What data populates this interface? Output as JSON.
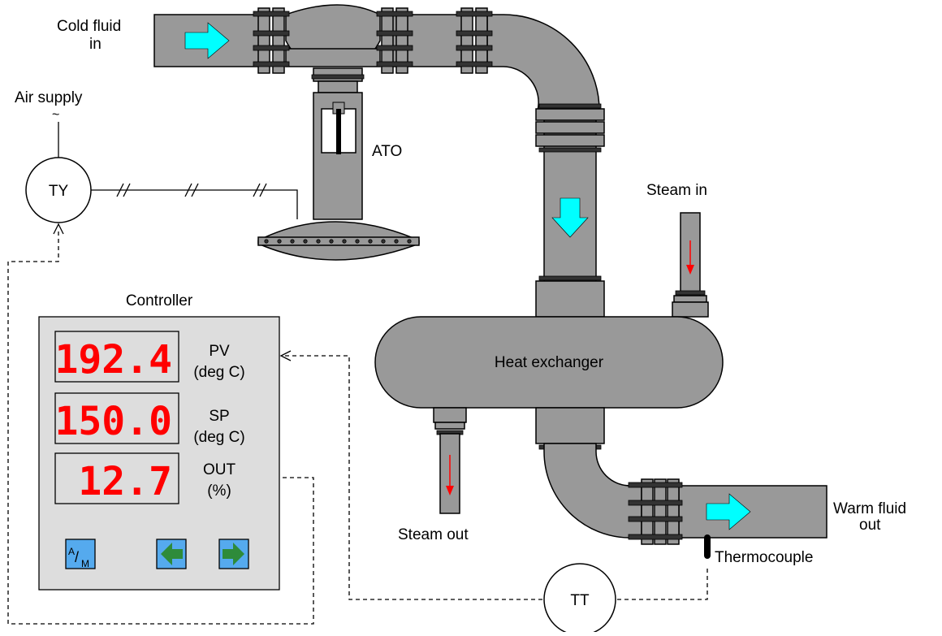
{
  "labels": {
    "cold_in_line1": "Cold fluid",
    "cold_in_line2": "in",
    "air_supply": "Air supply",
    "ty": "TY",
    "ato": "ATO",
    "steam_in": "Steam in",
    "heat_exchanger": "Heat exchanger",
    "steam_out": "Steam out",
    "warm_out_line1": "Warm fluid",
    "warm_out_line2": "out",
    "thermocouple": "Thermocouple",
    "tt": "TT",
    "controller": "Controller",
    "air_tilde": "~"
  },
  "controller": {
    "pv": {
      "value": "192.4",
      "label": "PV",
      "unit": "(deg C)"
    },
    "sp": {
      "value": "150.0",
      "label": "SP",
      "unit": "(deg C)"
    },
    "out": {
      "value": "12.7",
      "label": "OUT",
      "unit": "(%)"
    },
    "am_button": {
      "a": "A",
      "slash": "/",
      "m": "M"
    }
  },
  "colors": {
    "pipe": "#999999",
    "flow_arrow": "#00ffff",
    "steam_arrow": "#ff0000",
    "display_digits": "#ff0000",
    "button_blue": "#55aaee",
    "button_arrow_green": "#2e8b3a",
    "panel": "#dddddd"
  },
  "icons": {
    "left_button": "left-arrow-icon",
    "right_button": "right-arrow-icon"
  }
}
